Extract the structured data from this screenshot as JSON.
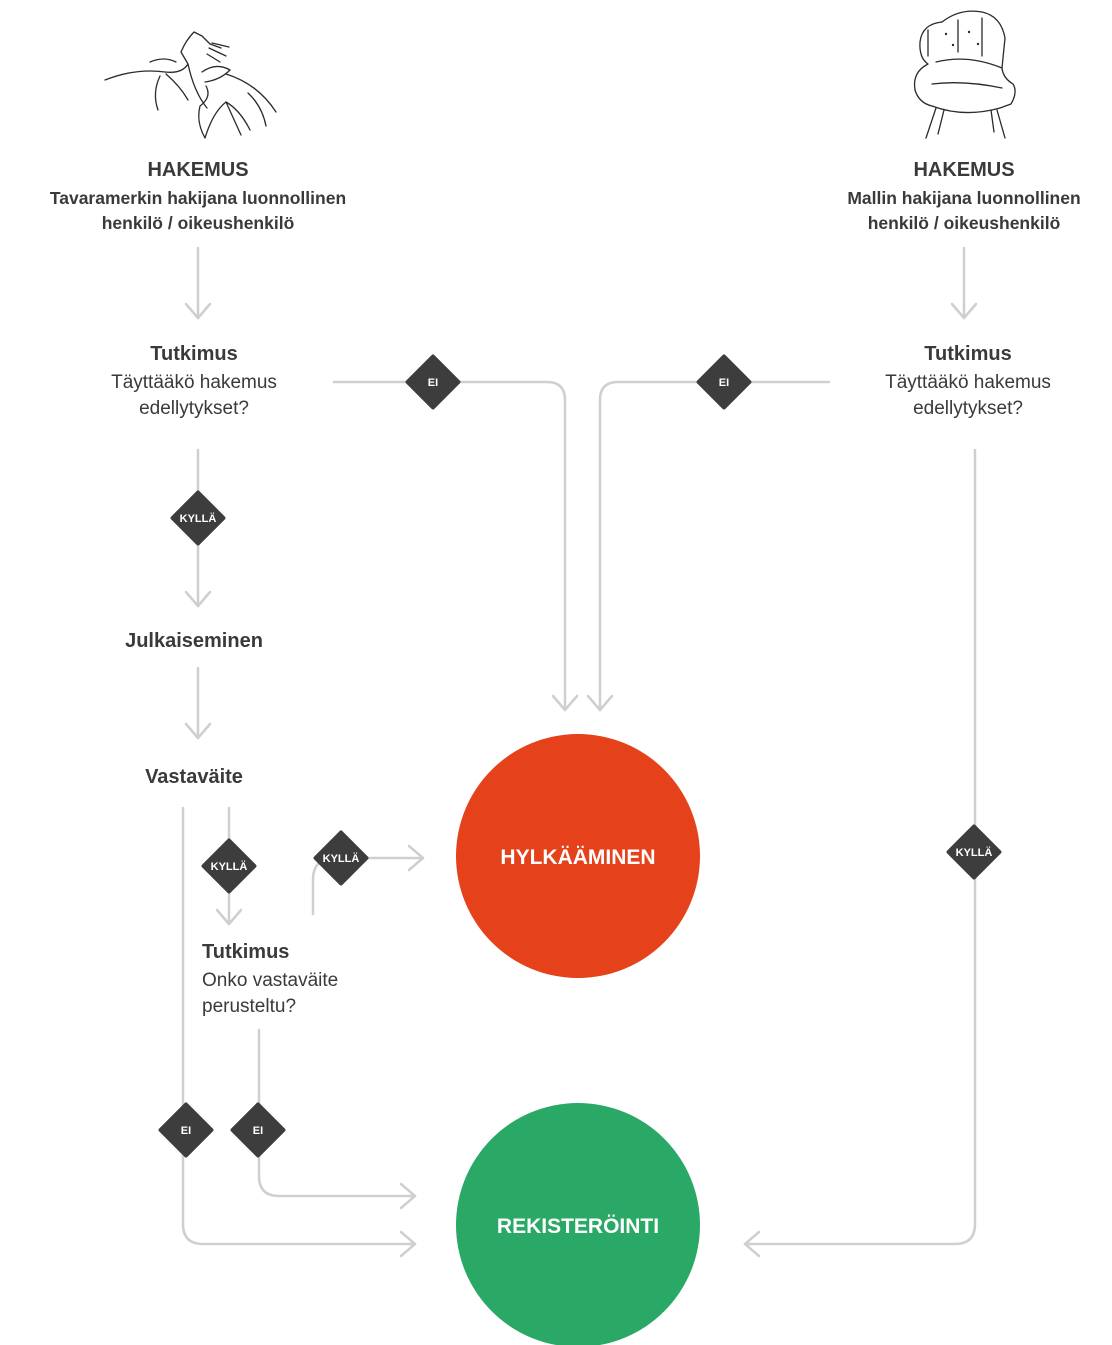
{
  "left_application": {
    "title": "HAKEMUS",
    "line1": "Tavaramerkin hakijana luonnollinen",
    "line2": "henkilö / oikeushenkilö",
    "illustration": "horse-sketch-icon"
  },
  "right_application": {
    "title": "HAKEMUS",
    "line1": "Mallin hakijana luonnollinen",
    "line2": "henkilö / oikeushenkilö",
    "illustration": "armchair-sketch-icon"
  },
  "left_examination": {
    "title": "Tutkimus",
    "line1": "Täyttääkö hakemus",
    "line2": "edellytykset?"
  },
  "right_examination": {
    "title": "Tutkimus",
    "line1": "Täyttääkö hakemus",
    "line2": "edellytykset?"
  },
  "publication": {
    "title": "Julkaiseminen"
  },
  "opposition": {
    "title": "Vastaväite"
  },
  "opposition_examination": {
    "title": "Tutkimus",
    "line1": "Onko vastaväite",
    "line2": "perusteltu?"
  },
  "decisions": {
    "no_left": "EI",
    "no_right": "EI",
    "yes_left": "KYLLÄ",
    "yes_opposition": "KYLLÄ",
    "yes_opposition_exam": "KYLLÄ",
    "yes_right": "KYLLÄ",
    "no_opposition": "EI",
    "no_opposition_exam": "EI"
  },
  "outcomes": {
    "rejection": "HYLKÄÄMINEN",
    "registration": "REKISTERÖINTI"
  },
  "colors": {
    "rejection": "#e5411a",
    "registration": "#2aa866",
    "diamond": "#3d3d3d",
    "connector": "#cfcfcf",
    "text": "#3a3a3a"
  }
}
